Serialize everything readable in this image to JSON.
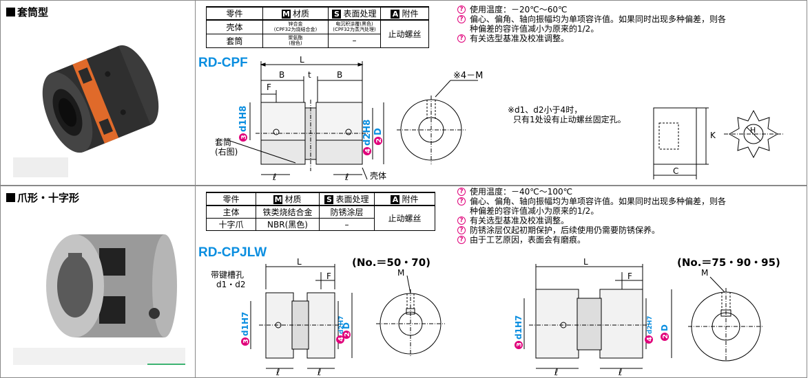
{
  "top": {
    "title": "套筒型",
    "table": {
      "headers": [
        "零件",
        "材质",
        "表面处理",
        "附件"
      ],
      "header_letters": {
        "material": "M",
        "surface": "S",
        "accessory": "A"
      },
      "rows": [
        {
          "part": "壳体",
          "material_line1": "锌合金",
          "material_line2": "(CPF32为烧结合金)",
          "surface_line1": "电沉积涂覆(黑色)",
          "surface_line2": "(CPF32为蒸汽处理)"
        },
        {
          "part": "套筒",
          "material_line1": "聚氨酯",
          "material_line2": "(橙色)",
          "surface": "–"
        }
      ],
      "accessory": "止动螺丝"
    },
    "notes": [
      "使用温度：－20℃～60℃",
      "偏心、偏角、轴向振幅均为单项容许值。如果同时出现多种偏差，则各",
      "种偏差的容许值减小为原来的1/2。",
      "有关选型基准及校准调整。"
    ],
    "model": "RD-CPF",
    "dims": {
      "L": "L",
      "B": "B",
      "t": "t",
      "F": "F",
      "ell": "ℓ",
      "K": "K",
      "C": "C",
      "H": "H",
      "M4": "※4－M"
    },
    "d1": "d1H8",
    "d2": "d2H8",
    "D": "D",
    "num3": "3",
    "num4": "4",
    "num2": "2",
    "sleeve_label_1": "套筒",
    "sleeve_label_2": "(右图)",
    "body_label": "壳体",
    "footnote_1": "※d1、d2小于4时，",
    "footnote_2": "只有1处设有止动螺丝固定孔。"
  },
  "bottom": {
    "title": "爪形・十字形",
    "table": {
      "headers": [
        "零件",
        "材质",
        "表面处理",
        "附件"
      ],
      "rows": [
        {
          "part": "主体",
          "material": "铁类烧结合金",
          "surface": "防锈涂层"
        },
        {
          "part": "十字爪",
          "material": "NBR(黑色)",
          "surface": "–"
        }
      ],
      "accessory": "止动螺丝"
    },
    "notes": [
      "使用温度：－40℃～100℃",
      "偏心、偏角、轴向振幅均为单项容许值。如果同时出现多种偏差，则各",
      "种偏差的容许值减小为原来的1/2。",
      "有关选型基准及校准调整。",
      "防锈涂层仅起初期保护，后续使用仍需要防锈保养。",
      "由于工艺原因，表面会有磨痕。"
    ],
    "model": "RD-CPJLW",
    "range1": "(No.＝50・70)",
    "range2": "(No.＝75・90・95)",
    "keyway_1": "带键槽孔",
    "keyway_2": "d1・d2",
    "dims": {
      "L": "L",
      "F": "F",
      "M": "M",
      "ell": "ℓ"
    },
    "d1": "d1H7",
    "d2": "d2H7",
    "D": "D"
  }
}
